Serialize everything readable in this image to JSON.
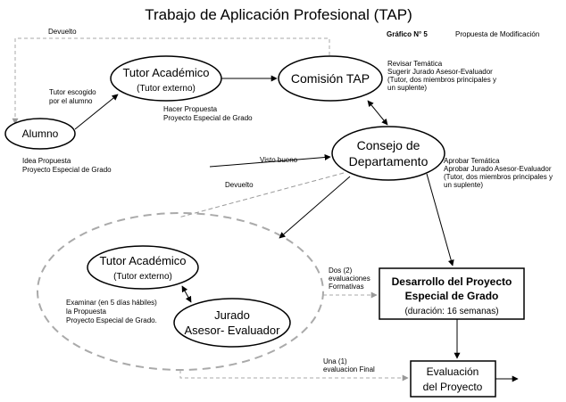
{
  "title": "Trabajo de Aplicación Profesional (TAP)",
  "figure_label": "Gráfico N° 5",
  "figure_caption": "Propuesta de Modificación",
  "nodes": {
    "tutor_top": {
      "line1": "Tutor Académico",
      "line2": "(Tutor externo)"
    },
    "comision": {
      "line1": "Comisión TAP"
    },
    "alumno": {
      "line1": "Alumno"
    },
    "consejo": {
      "line1": "Consejo de",
      "line2": "Departamento"
    },
    "tutor_bottom": {
      "line1": "Tutor Académico",
      "line2": "(Tutor externo)"
    },
    "jurado": {
      "line1": "Jurado",
      "line2": "Asesor- Evaluador"
    },
    "desarrollo": {
      "line1": "Desarrollo del Proyecto",
      "line2": "Especial de Grado",
      "line3": "(duración: 16 semanas)"
    },
    "evaluacion": {
      "line1": "Evaluación",
      "line2": "del Proyecto"
    }
  },
  "annotations": {
    "devuelto_top": "Devuelto",
    "tutor_escogido": [
      "Tutor escogido",
      "por el alumno"
    ],
    "hacer_propuesta": [
      "Hacer Propuesta",
      "Proyecto Especial de Grado"
    ],
    "revisar": [
      "Revisar Temática",
      "Sugerir Jurado Asesor-Evaluador",
      "(Tutor, dos miembros principales y",
      "un suplente)"
    ],
    "idea": [
      "Idea Propuesta",
      "Proyecto Especial de Grado"
    ],
    "visto_bueno": "Visto bueno",
    "devuelto_mid": "Devuelto",
    "aprobar": [
      "Aprobar Temática",
      "Aprobar Jurado Asesor-Evaluador",
      "(Tutor, dos miembros principales y",
      "un suplente)"
    ],
    "examinar": [
      "Examinar (en 5 días hábiles)",
      "la Propuesta",
      "Proyecto Especial de Grado."
    ],
    "dos_eval": [
      "Dos (2)",
      "evaluaciones",
      "Formativas"
    ],
    "una_eval": [
      "Una (1)",
      "evaluacion Final"
    ]
  }
}
